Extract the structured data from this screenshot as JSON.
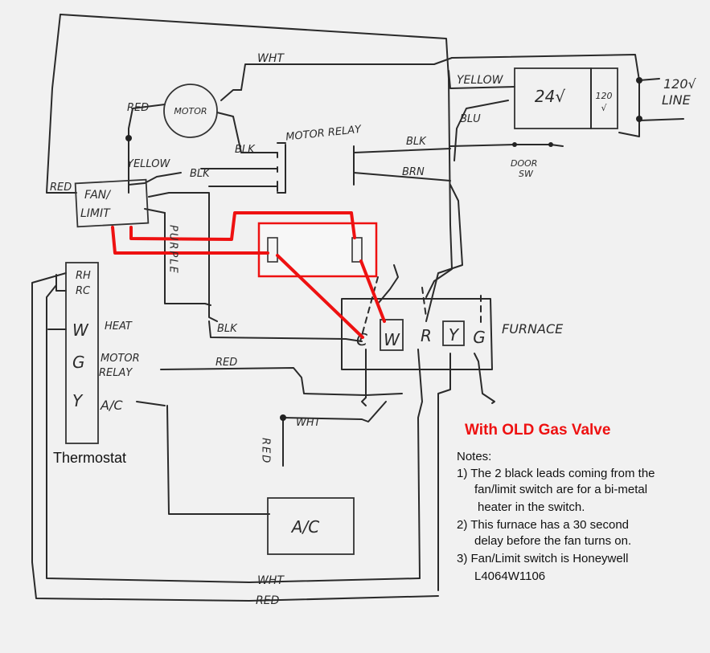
{
  "labels": {
    "wht_top": "WHT",
    "yellow_top": "YELLOW",
    "transformer_24v": "24√",
    "transformer_120v_a": "120",
    "transformer_120v_b": "√",
    "line_120v_a": "120√",
    "line_120v_b": "LINE",
    "red_motor": "RED",
    "motor": "MOTOR",
    "blk_motor": "BLK",
    "motor_relay": "MOTOR RELAY",
    "blu": "BLU",
    "blk_relay": "BLK",
    "brn": "BRN",
    "door_sw_a": "DOOR",
    "door_sw_b": "SW",
    "yellow_left": "YELLOW",
    "blk_fan": "BLK",
    "red_left": "RED",
    "fan_limit_a": "FAN/",
    "fan_limit_b": "LIMIT",
    "purple": "PURPLE",
    "blk_furnace": "BLK",
    "furnace": "FURNACE",
    "red_mid": "RED",
    "wht_mid": "WHT",
    "red_vertical": "RED",
    "ac_unit": "A/C",
    "wht_bottom": "WHT",
    "red_bottom": "RED"
  },
  "furnace_terminals": [
    "C",
    "W",
    "R",
    "Y",
    "G"
  ],
  "thermostat": {
    "label": "Thermostat",
    "terminals": [
      "RH",
      "RC",
      "W",
      "G",
      "Y"
    ],
    "functions": [
      "HEAT",
      "MOTOR",
      "RELAY",
      "A/C"
    ]
  },
  "title": "With OLD Gas Valve",
  "notes": {
    "heading": "Notes:",
    "n1_a": "1) The 2 black leads coming from the",
    "n1_b": "fan/limit switch are for a bi-metal",
    "n1_c": "heater in the switch.",
    "n2_a": "2) This furnace has a 30 second",
    "n2_b": "delay before the fan turns on.",
    "n3_a": "3) Fan/Limit switch is Honeywell",
    "n3_b": "L4064W1106"
  },
  "colors": {
    "highlight": "#ee1111",
    "ink": "#2a2a2a",
    "paper": "#f1f1f1"
  }
}
